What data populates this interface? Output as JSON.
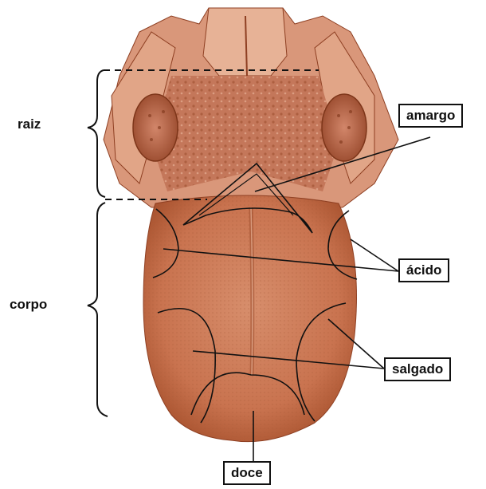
{
  "diagram": {
    "regions": {
      "root": "raiz",
      "body": "corpo"
    },
    "tastes": {
      "bitter": "amargo",
      "sour": "ácido",
      "salty": "salgado",
      "sweet": "doce"
    }
  },
  "colors": {
    "tongue_base": "#c9734f",
    "tongue_light": "#e7a98a",
    "tongue_dark": "#8e3f22",
    "line": "#111111"
  }
}
